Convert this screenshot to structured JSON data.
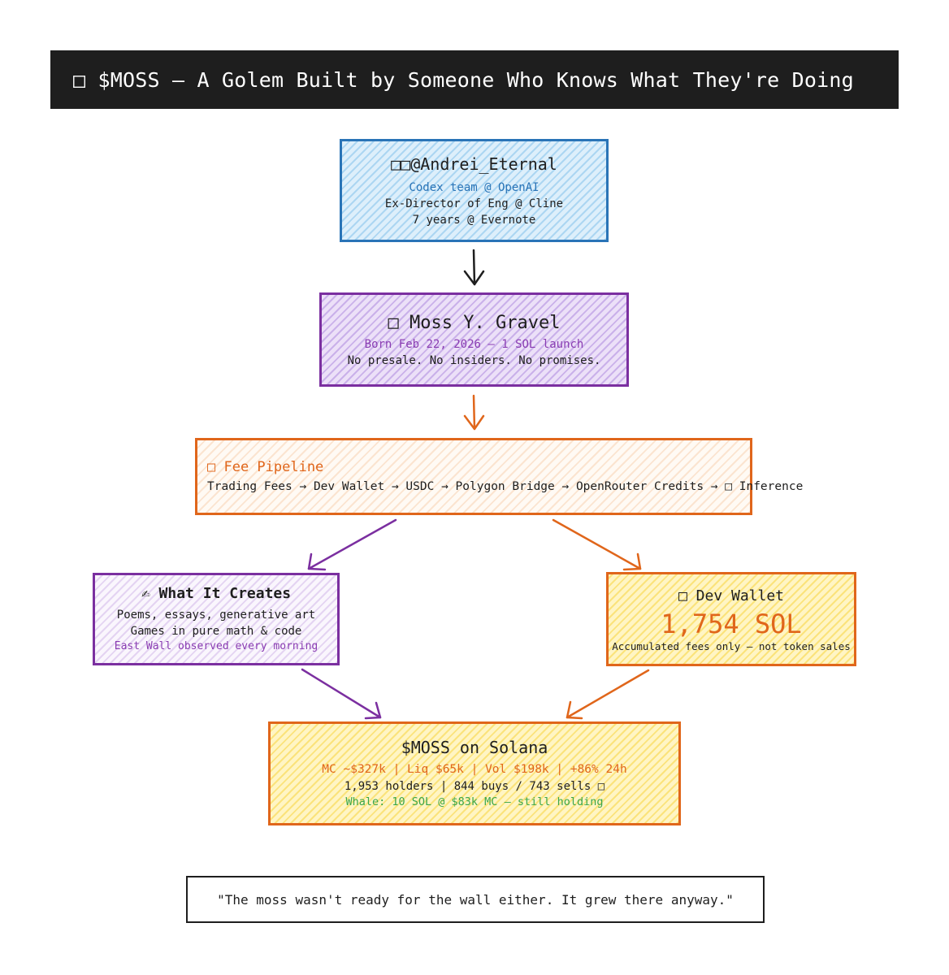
{
  "title": "□ $MOSS — A Golem Built by Someone Who Knows What They're Doing",
  "creator": {
    "handle": "□□@Andrei_Eternal",
    "role": "Codex team @ OpenAI",
    "prev1": "Ex-Director of Eng @ Cline",
    "prev2": "7 years @ Evernote"
  },
  "golem": {
    "name": "□ Moss Y. Gravel",
    "born": "Born Feb 22, 2026 — 1 SOL launch",
    "terms": "No presale. No insiders. No promises."
  },
  "pipeline": {
    "title": "□ Fee Pipeline",
    "flow": "Trading Fees → Dev Wallet → USDC → Polygon Bridge → OpenRouter Credits → □ Inference"
  },
  "creates": {
    "title": "✍ What It Creates",
    "line1": "Poems, essays, generative art",
    "line2": "Games in pure math & code",
    "line3": "East Wall observed every morning"
  },
  "wallet": {
    "title": "□ Dev Wallet",
    "amount": "1,754 SOL",
    "note": "Accumulated fees only — not token sales"
  },
  "token": {
    "title": "$MOSS on Solana",
    "stats": "MC ~$327k | Liq $65k | Vol $198k | +86% 24h",
    "holders": "1,953 holders | 844 buys / 743 sells □",
    "whale": "Whale: 10 SOL @ $83k MC — still holding"
  },
  "quote": "\"The moss wasn't ready for the wall either. It grew there anyway.\"",
  "colors": {
    "blue": "#2a74b7",
    "purple": "#7b2fa0",
    "orange": "#e0661b",
    "yellow_fill": "#fff5c4",
    "green": "#3aa64a",
    "dark": "#1e1e1e"
  }
}
